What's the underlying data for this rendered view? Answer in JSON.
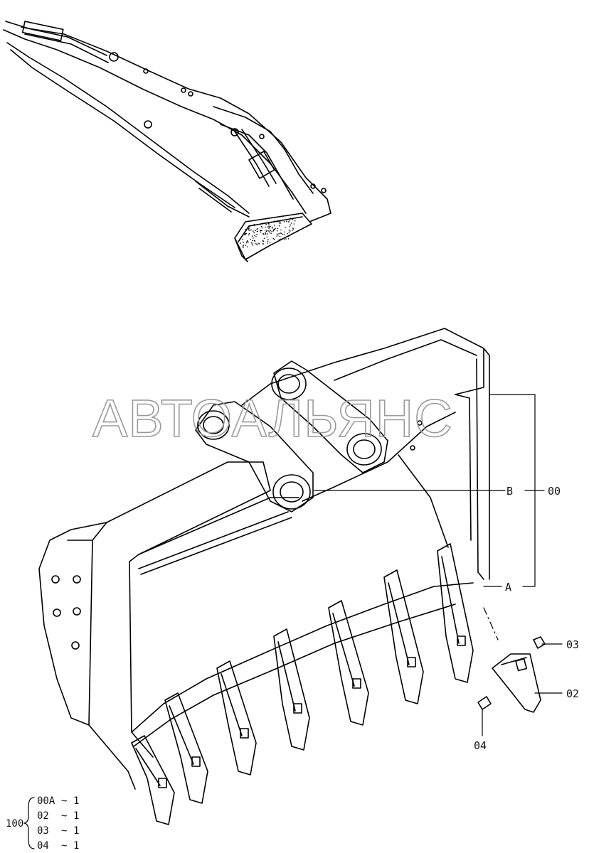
{
  "watermark": "АВТОАЛЬЯНС",
  "callouts": {
    "b": "B",
    "b_part": "00",
    "a": "A",
    "p03": "03",
    "p02": "02",
    "p04": "04"
  },
  "bom": {
    "assembly": "100",
    "items": [
      "00A",
      "02",
      "03",
      "04"
    ],
    "tilde": "~",
    "qty": [
      "1",
      "1",
      "1",
      "1"
    ]
  }
}
